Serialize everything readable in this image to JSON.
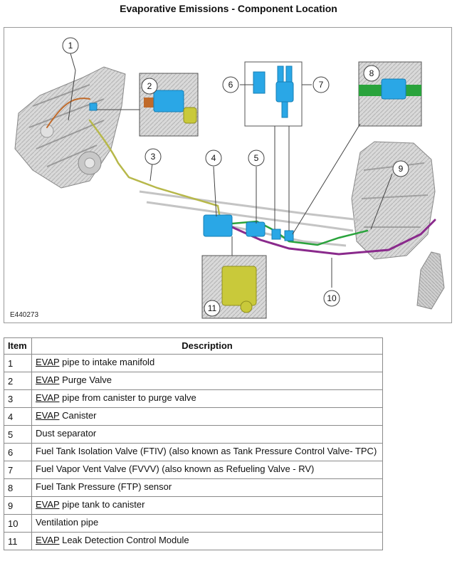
{
  "title": "Evaporative Emissions - Component Location",
  "figure_id": "E440273",
  "table": {
    "headers": [
      "Item",
      "Description"
    ],
    "rows": [
      {
        "item": "1",
        "abbr": "EVAP",
        "text": " pipe to intake manifold"
      },
      {
        "item": "2",
        "abbr": "EVAP",
        "text": " Purge Valve"
      },
      {
        "item": "3",
        "abbr": "EVAP",
        "text": " pipe from canister to purge valve"
      },
      {
        "item": "4",
        "abbr": "EVAP",
        "text": " Canister"
      },
      {
        "item": "5",
        "abbr": "",
        "text": "Dust separator"
      },
      {
        "item": "6",
        "abbr": "",
        "text": "Fuel Tank Isolation Valve (FTIV) (also known as Tank Pressure Control Valve- TPC)"
      },
      {
        "item": "7",
        "abbr": "",
        "text": "Fuel Vapor Vent Valve (FVVV) (also known as Refueling Valve - RV)"
      },
      {
        "item": "8",
        "abbr": "",
        "text": "Fuel Tank Pressure (FTP) sensor"
      },
      {
        "item": "9",
        "abbr": "EVAP",
        "text": " pipe tank to canister"
      },
      {
        "item": "10",
        "abbr": "",
        "text": "Ventilation pipe"
      },
      {
        "item": "11",
        "abbr": "EVAP",
        "text": " Leak Detection Control Module"
      }
    ]
  },
  "callouts": [
    "1",
    "2",
    "3",
    "4",
    "5",
    "6",
    "7",
    "8",
    "9",
    "10",
    "11"
  ]
}
